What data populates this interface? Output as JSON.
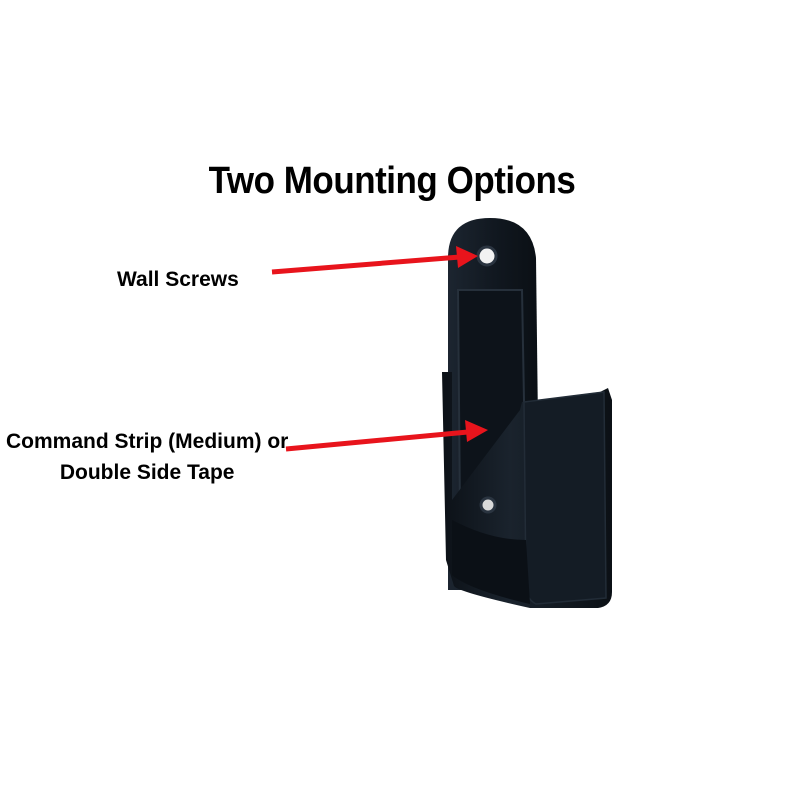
{
  "title": "Two Mounting Options",
  "labels": {
    "wall_screws": "Wall Screws",
    "command_strip_line1": "Command Strip (Medium) or",
    "command_strip_line2": "Double Side Tape"
  },
  "colors": {
    "arrow": "#e8141c",
    "mount": "#111820",
    "background": "#ffffff"
  },
  "icons": {
    "arrow": "arrow-right-icon"
  }
}
